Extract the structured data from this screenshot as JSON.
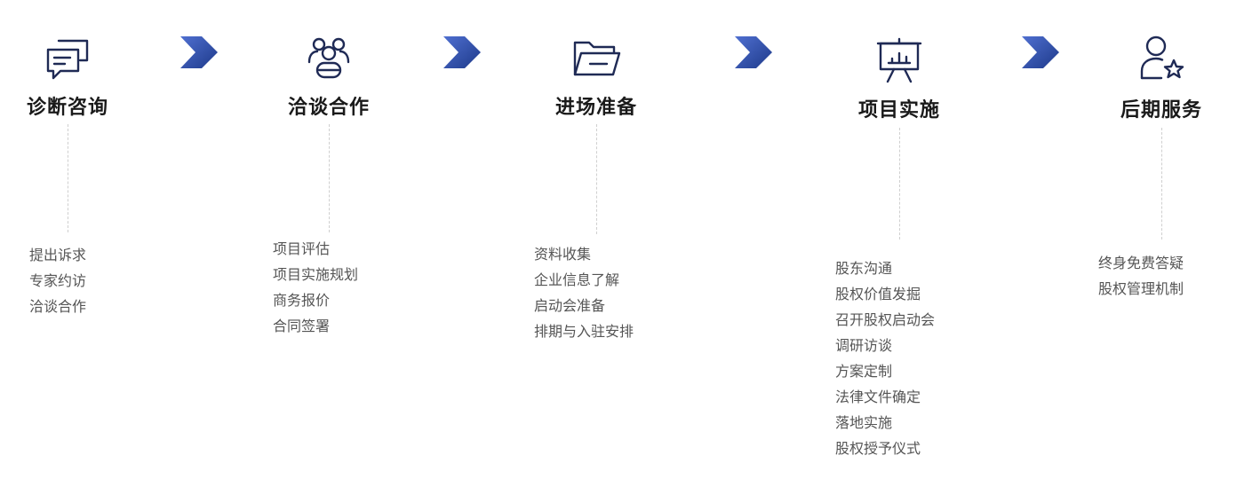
{
  "stages": [
    {
      "title": "诊断咨询",
      "icon": "chat-icon",
      "items": [
        "提出诉求",
        "专家约访",
        "洽谈合作"
      ]
    },
    {
      "title": "洽谈合作",
      "icon": "group-icon",
      "items": [
        "项目评估",
        "项目实施规划",
        "商务报价",
        "合同签署"
      ]
    },
    {
      "title": "进场准备",
      "icon": "folder-icon",
      "items": [
        "资料收集",
        "企业信息了解",
        "启动会准备",
        "排期与入驻安排"
      ]
    },
    {
      "title": "项目实施",
      "icon": "presentation-icon",
      "items": [
        "股东沟通",
        "股权价值发掘",
        "召开股权启动会",
        "调研访谈",
        "方案定制",
        "法律文件确定",
        "落地实施",
        "股权授予仪式"
      ]
    },
    {
      "title": "后期服务",
      "icon": "user-star-icon",
      "items": [
        "终身免费答疑",
        "股权管理机制"
      ]
    }
  ],
  "colors": {
    "icon": "#1f2a55",
    "arrow_light": "#4f6fd0",
    "arrow_dark": "#1e3a8a",
    "line": "#cfcfcf"
  }
}
